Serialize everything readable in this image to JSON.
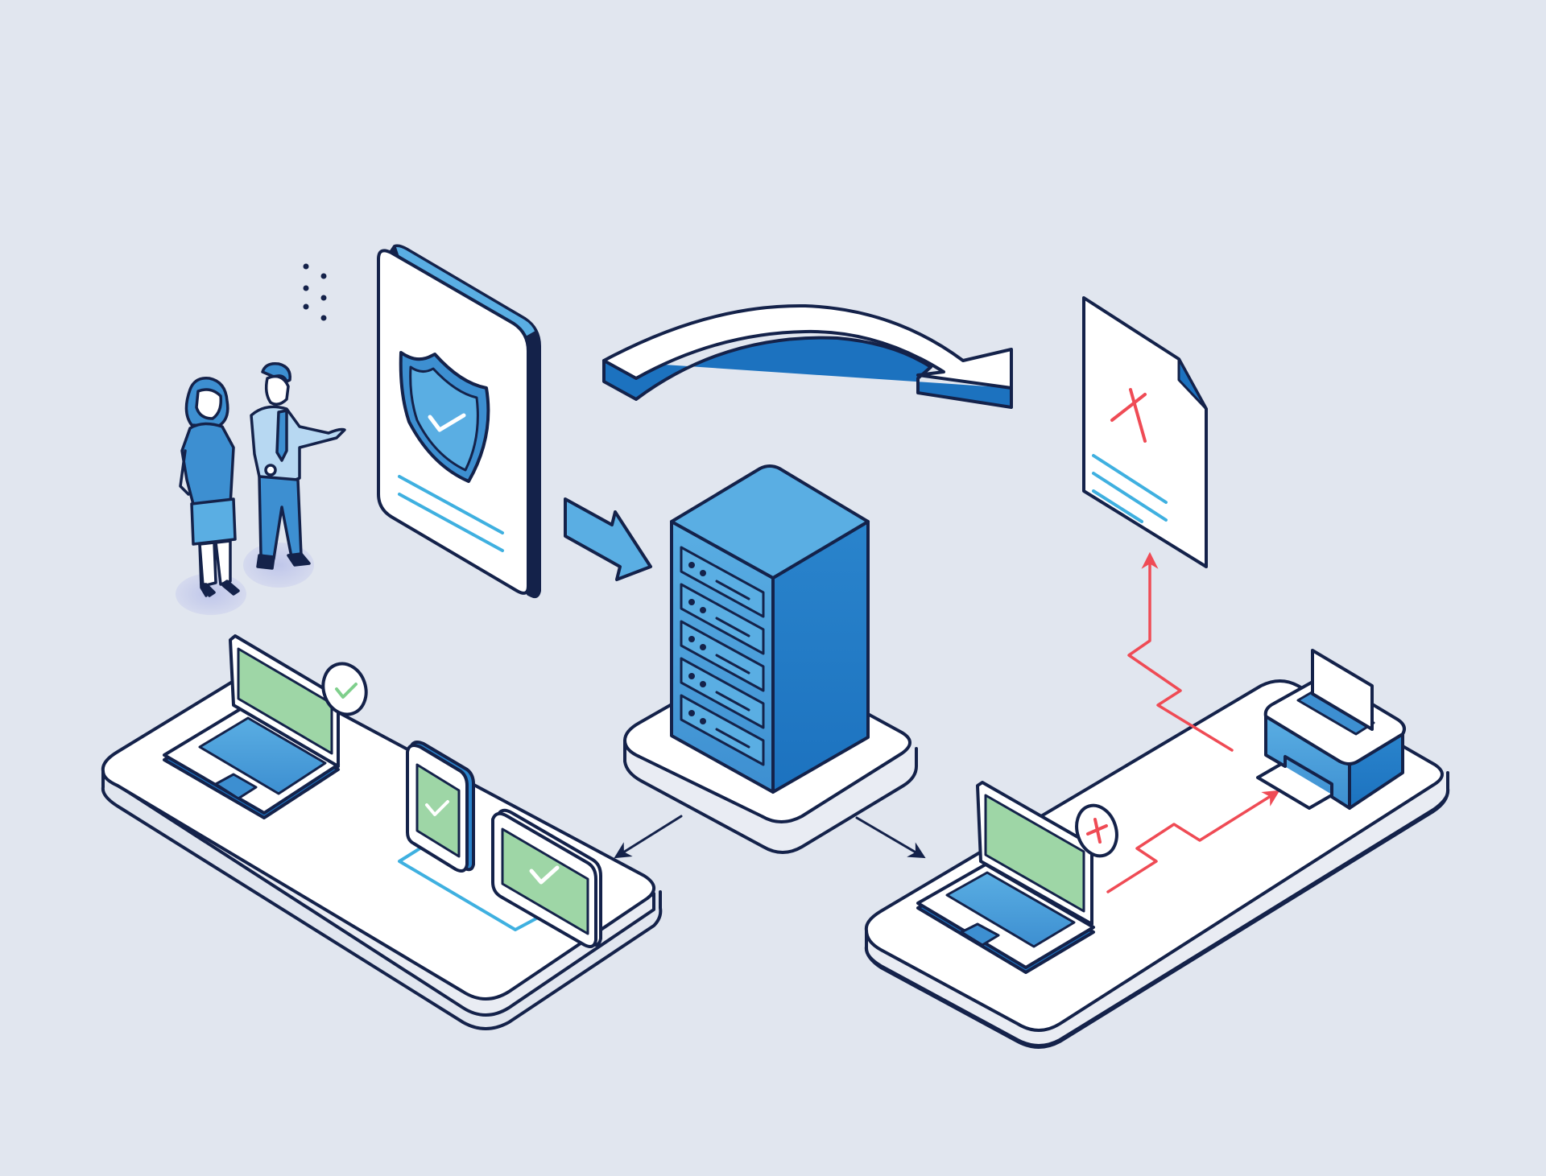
{
  "diagram": {
    "kind": "isometric-illustration",
    "description": "Security policy enforcement flow: policy verified, distributed by server, approved devices allowed, unapproved device blocked from printing and producing documents",
    "colors": {
      "background": "#E1E6EF",
      "outline": "#14224A",
      "surface": "#FFFFFF",
      "surface_side": "#E9ECF3",
      "blue_light": "#5AAEE3",
      "blue_mid": "#3D8FD1",
      "blue_dark": "#1C72BF",
      "accent_cyan": "#3FB0E0",
      "screen_green": "#9ED6A6",
      "check_green": "#7FCF8C",
      "deny_red": "#EF4B55",
      "shadow": "#C9CFEA"
    },
    "nodes": [
      {
        "id": "people",
        "label": "Users / administrators",
        "icon": "people-icon"
      },
      {
        "id": "policy",
        "label": "Security policy (verified)",
        "icon": "shield-check-icon"
      },
      {
        "id": "server",
        "label": "Server rack",
        "icon": "server-icon",
        "units": 5
      },
      {
        "id": "approved-devices",
        "label": "Approved devices",
        "items": [
          "laptop",
          "tablet",
          "monitor"
        ],
        "status": "allowed",
        "icon": "check-icon"
      },
      {
        "id": "blocked-device",
        "label": "Unapproved laptop",
        "status": "blocked",
        "icon": "x-icon"
      },
      {
        "id": "printer",
        "label": "Printer",
        "icon": "printer-icon"
      },
      {
        "id": "document",
        "label": "Rejected document",
        "status": "blocked",
        "icon": "document-x-icon"
      }
    ],
    "edges": [
      {
        "from": "policy",
        "to": "server",
        "style": "blue-block-arrow"
      },
      {
        "from": "policy",
        "to": "document",
        "style": "curved-3d-arrow"
      },
      {
        "from": "server",
        "to": "approved-devices",
        "style": "thin-dark-arrow"
      },
      {
        "from": "server",
        "to": "blocked-device",
        "style": "thin-dark-arrow"
      },
      {
        "from": "blocked-device",
        "to": "printer",
        "style": "red-zigzag-arrow"
      },
      {
        "from": "printer",
        "to": "document",
        "style": "red-zigzag-arrow"
      }
    ]
  }
}
